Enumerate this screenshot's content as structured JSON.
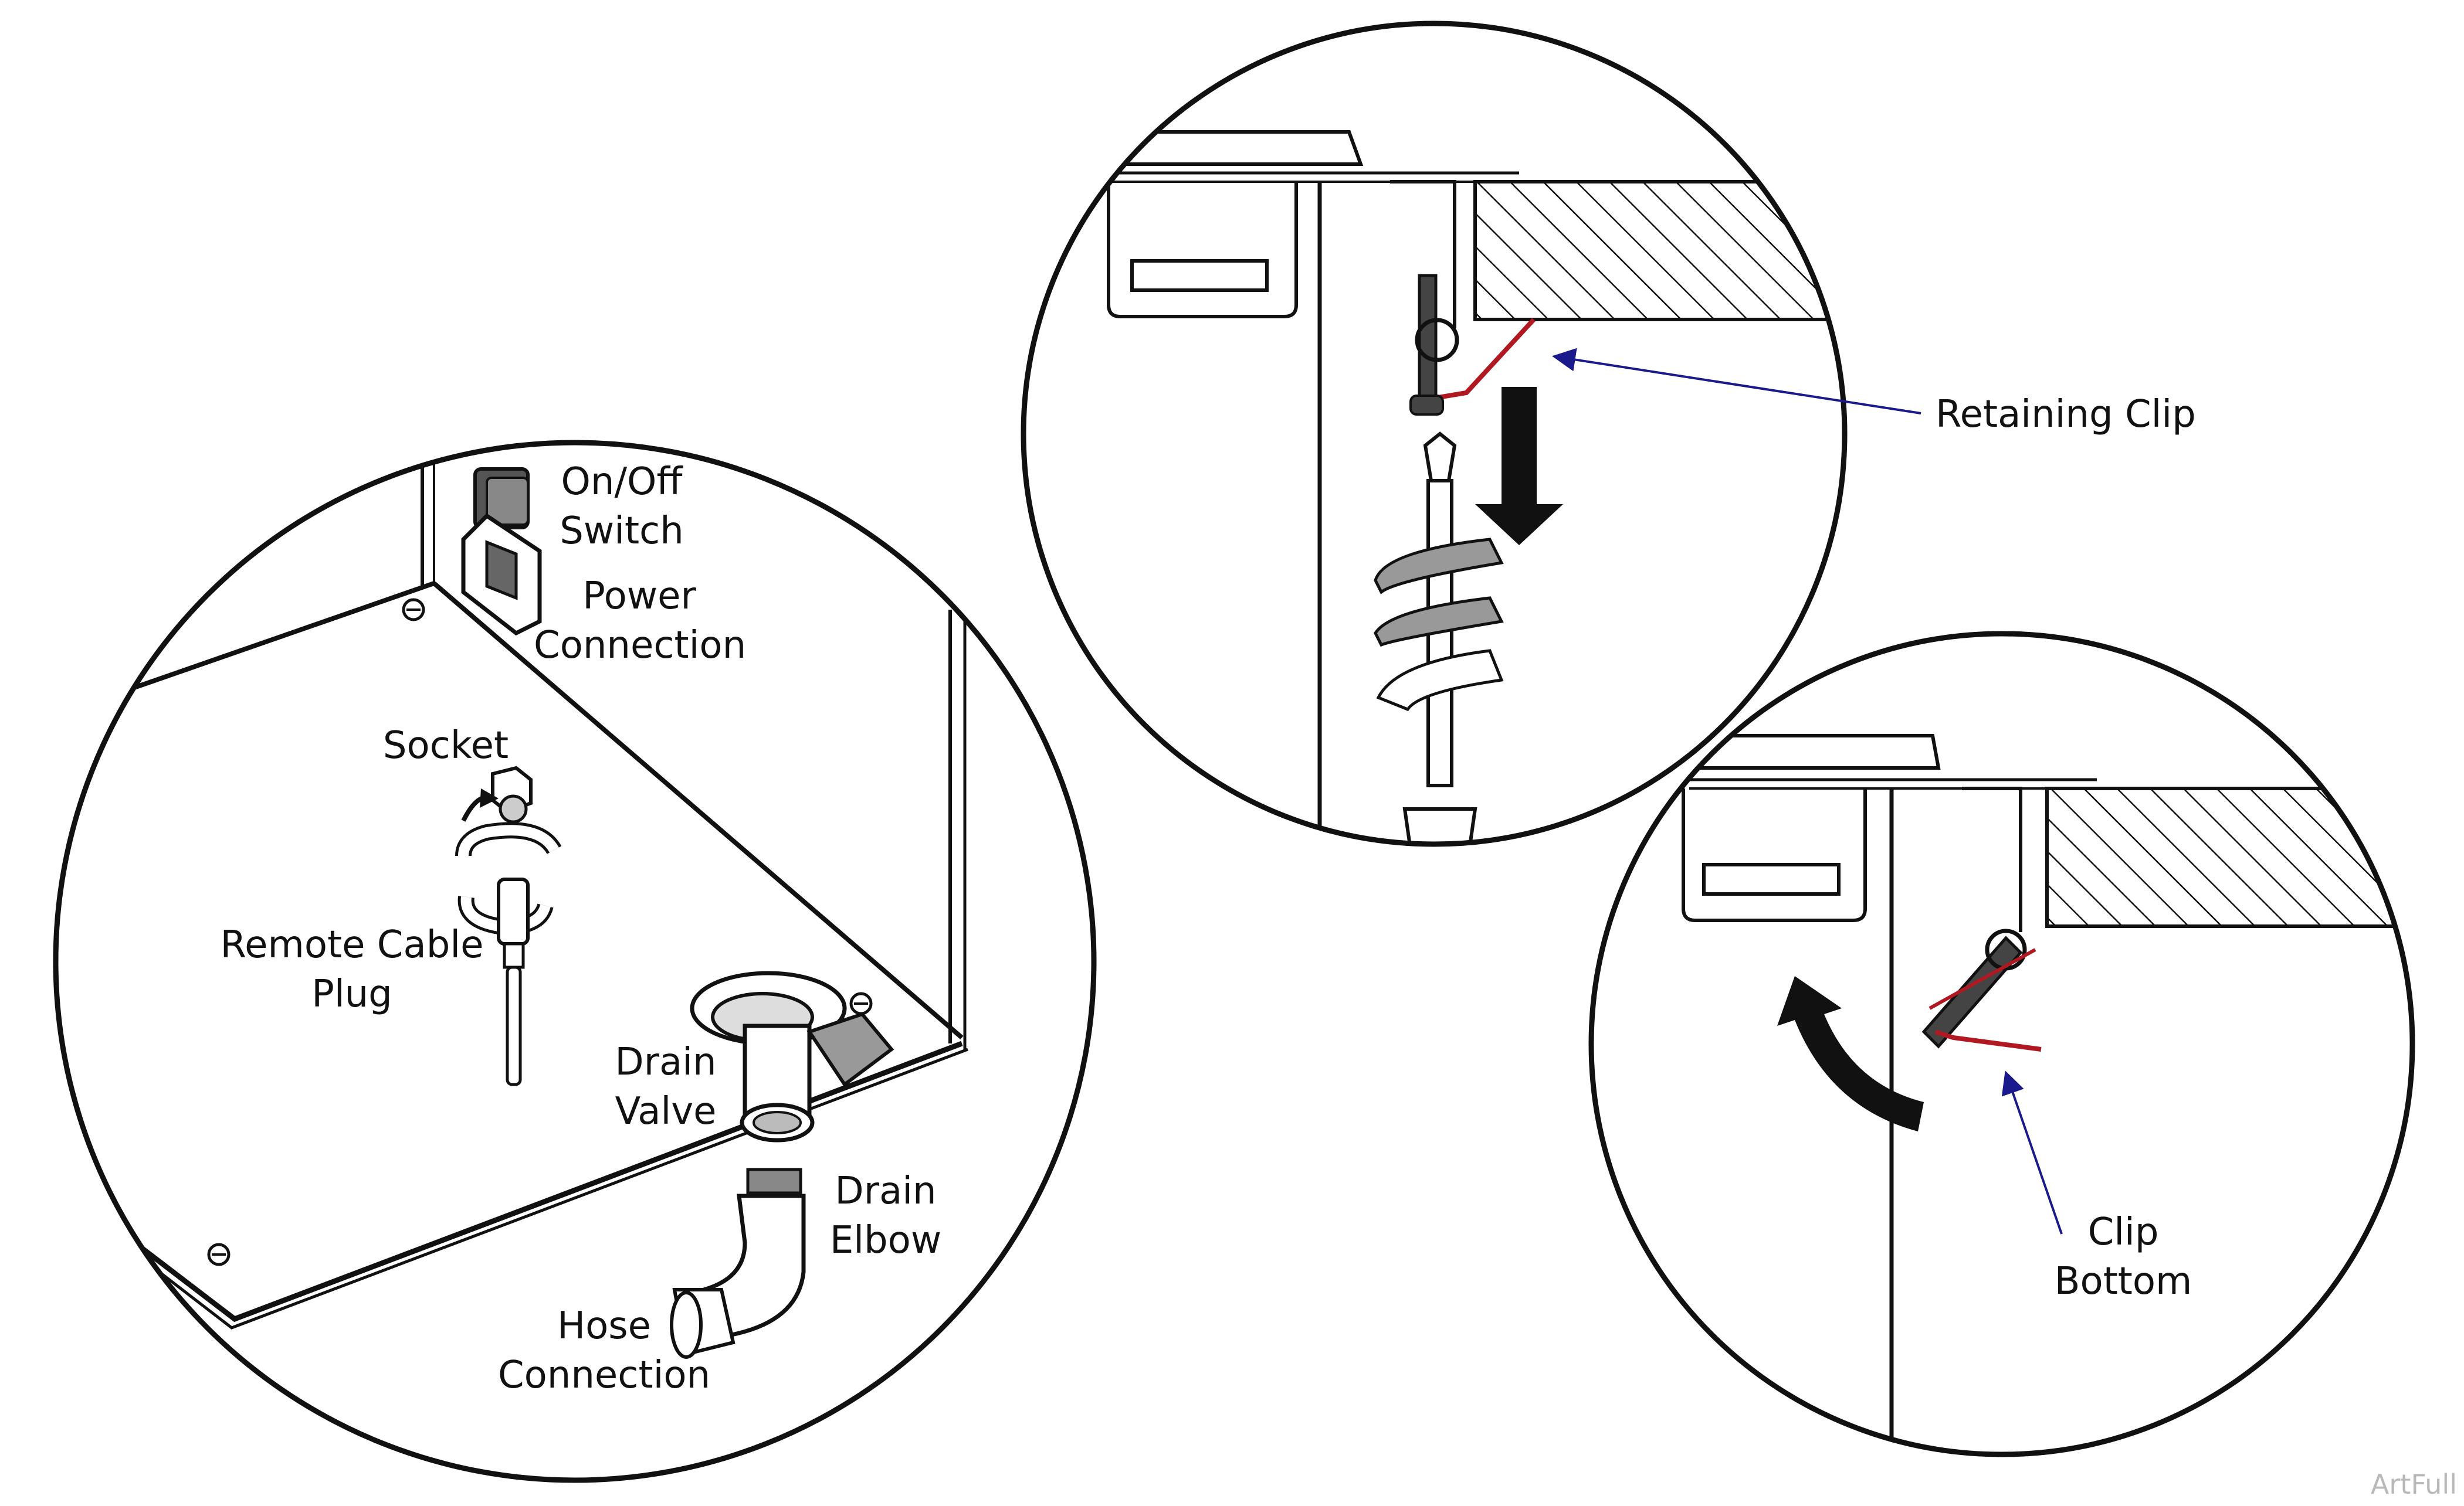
{
  "left_detail": {
    "on_off_switch": [
      "On/Off",
      "Switch"
    ],
    "power_connection": [
      "Power",
      "Connection"
    ],
    "socket": "Socket",
    "remote_cable_plug": [
      "Remote Cable",
      "Plug"
    ],
    "drain_valve": [
      "Drain",
      "Valve"
    ],
    "drain_elbow": [
      "Drain",
      "Elbow"
    ],
    "hose_connection": [
      "Hose",
      "Connection"
    ]
  },
  "top_detail": {
    "retaining_clip": "Retaining Clip"
  },
  "right_detail": {
    "clip_bottom": [
      "Clip",
      "Bottom"
    ]
  },
  "watermark": "ArtFull",
  "colors": {
    "line": "#111111",
    "clip_highlight": "#b01822",
    "leader_line": "#1a1a8c",
    "clip_body": "#4a4a4a"
  }
}
